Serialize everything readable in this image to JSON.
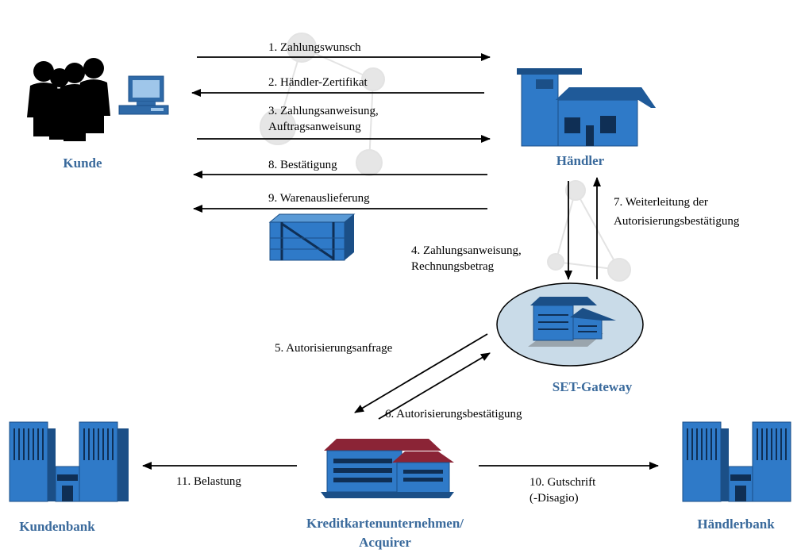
{
  "colors": {
    "entity_label": "#3a6a9c",
    "building_blue": "#2f7ac8",
    "building_dark": "#1b4f87",
    "roof_red": "#8b2436",
    "gateway_fill": "#c9dbe8",
    "watermark": "#d9d9d9"
  },
  "entities": {
    "kunde": "Kunde",
    "haendler": "Händler",
    "gateway": "SET-Gateway",
    "kundenbank": "Kundenbank",
    "acquirer_line1": "Kreditkartenunternehmen/",
    "acquirer_line2": "Acquirer",
    "haendlerbank": "Händlerbank"
  },
  "steps": {
    "s1": "1. Zahlungswunsch",
    "s2": "2. Händler-Zertifikat",
    "s3_line1": "3. Zahlungsanweisung,",
    "s3_line2": "Auftragsanweisung",
    "s4_line1": "4. Zahlungsanweisung,",
    "s4_line2": "Rechnungsbetrag",
    "s5": "5. Autorisierungsanfrage",
    "s6": "6. Autorisierungsbestätigung",
    "s7_line1": "7. Weiterleitung der",
    "s7_line2": "Autorisierungsbestätigung",
    "s8": "8. Bestätigung",
    "s9": "9. Warenauslieferung",
    "s10_line1": "10. Gutschrift",
    "s10_line2": "(-Disagio)",
    "s11": "11. Belastung"
  },
  "icons": [
    "people-icon",
    "computer-icon",
    "store-icon",
    "crate-icon",
    "gateway-icon",
    "bank-building-icon",
    "warehouse-icon"
  ]
}
